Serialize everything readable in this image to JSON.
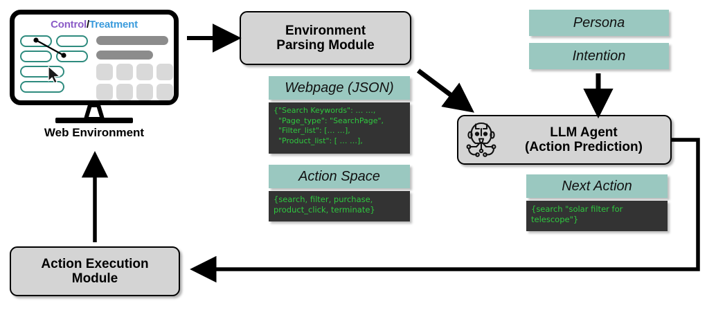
{
  "diagram": {
    "title": "Web agent environment interaction loop",
    "colors": {
      "teal_header": "#9AC8C0",
      "module_gray": "#D4D4D4",
      "code_bg": "#333333",
      "code_text": "#2FC83F",
      "pill_outline": "#2E8B7E",
      "control_purple": "#8B5CC7",
      "treatment_blue": "#3A9BDC",
      "bar_gray": "#8C8C8C",
      "card_gray": "#D9D9D9"
    }
  },
  "web_environment": {
    "screen_title": {
      "control": "Control",
      "separator": "/",
      "treatment": "Treatment"
    },
    "caption": "Web Environment",
    "icons": {
      "monitor": "monitor-icon",
      "cursor": "mouse-cursor-icon"
    }
  },
  "env_parsing_module": {
    "label": "Environment\nParsing Module",
    "line1": "Environment",
    "line2": "Parsing Module"
  },
  "webpage_json": {
    "header": "Webpage (JSON)",
    "code": "{\"Search Keywords\": … …,\n  \"Page_type\": \"SearchPage\",\n  \"Filter_list\": [… …],\n  \"Product_list\": [ … …],"
  },
  "action_space": {
    "header": "Action Space",
    "code": "{search, filter, purchase,\nproduct_click, terminate}"
  },
  "persona": {
    "label": "Persona"
  },
  "intention": {
    "label": "Intention"
  },
  "llm_agent": {
    "line1": "LLM Agent",
    "line2": "(Action Prediction)",
    "icon": "robot-head-icon"
  },
  "next_action": {
    "header": "Next Action",
    "code": "{search \"solar filter for\ntelescope\"}"
  },
  "action_execution_module": {
    "line1": "Action Execution",
    "line2": "Module"
  },
  "arrows": [
    {
      "name": "env-to-parser-arrow",
      "direction": "right"
    },
    {
      "name": "parser-to-agent-arrow",
      "direction": "down-right"
    },
    {
      "name": "intention-to-agent-arrow",
      "direction": "down"
    },
    {
      "name": "agent-to-execution-arrow",
      "direction": "left"
    },
    {
      "name": "execution-to-env-arrow",
      "direction": "up"
    }
  ]
}
